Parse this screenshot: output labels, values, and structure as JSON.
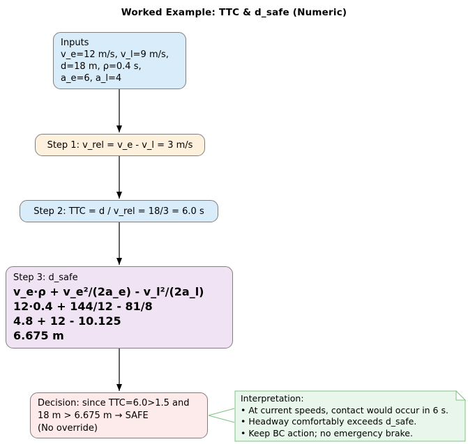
{
  "title": "Worked Example: TTC & d_safe (Numeric)",
  "colors": {
    "background": "#ffffff",
    "node_border": "#7f7f7f",
    "arrow": "#000000",
    "inputs_fill": "#d9ecf9",
    "step1_fill": "#fdf1de",
    "step2_fill": "#d9ecf9",
    "step3_fill": "#f0e4f4",
    "decision_fill": "#fdeaea",
    "note_fill": "#e9f6eb",
    "note_fold_fill": "#ffffff",
    "note_border": "#7cc47f"
  },
  "nodes": {
    "inputs": {
      "lines": [
        "Inputs",
        "v_e=12 m/s, v_l=9 m/s,",
        "d=18 m, ρ=0.4 s,",
        "a_e=6, a_l=4"
      ]
    },
    "step1": {
      "label": "Step 1: v_rel = v_e - v_l = 3 m/s"
    },
    "step2": {
      "label": "Step 2: TTC = d / v_rel = 18/3 = 6.0 s"
    },
    "step3": {
      "heading": "Step 3: d_safe",
      "lines": [
        "v_e·ρ + v_e²/(2a_e) - v_l²/(2a_l)",
        "12·0.4 + 144/12 - 81/8",
        "4.8 + 12 - 10.125",
        "6.675 m"
      ]
    },
    "decision": {
      "lines": [
        "Decision: since TTC=6.0>1.5 and",
        "18 m > 6.675 m → SAFE",
        "(No override)"
      ]
    },
    "note": {
      "lines": [
        "Interpretation:",
        "• At current speeds, contact would occur in 6 s.",
        "• Headway comfortably exceeds d_safe.",
        "• Keep BC action; no emergency brake."
      ]
    }
  }
}
